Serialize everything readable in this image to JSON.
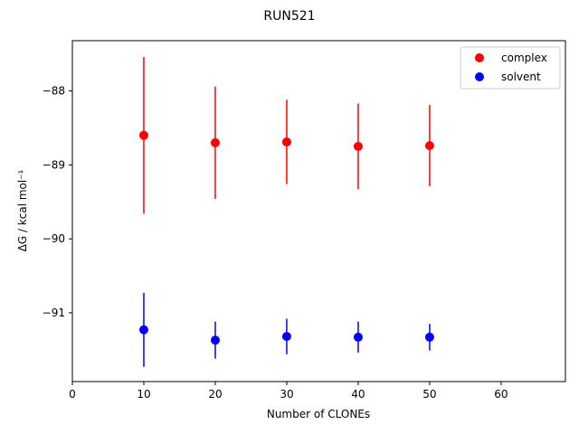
{
  "chart_data": {
    "type": "scatter",
    "title": "RUN521",
    "xlabel": "Number of CLONEs",
    "ylabel": "ΔG / kcal mol⁻¹",
    "xlim": [
      0,
      69
    ],
    "ylim": [
      -91.93,
      -87.32
    ],
    "xticks": [
      0,
      10,
      20,
      30,
      40,
      50,
      60
    ],
    "xtick_labels": [
      "0",
      "10",
      "20",
      "30",
      "40",
      "50",
      "60"
    ],
    "yticks": [
      -91,
      -90,
      -89,
      -88
    ],
    "ytick_labels": [
      "−91",
      "−90",
      "−89",
      "−88"
    ],
    "grid": false,
    "legend_position": "top-right",
    "series": [
      {
        "name": "complex",
        "color": "#ff0000",
        "x": [
          10,
          20,
          30,
          40,
          50
        ],
        "y": [
          -88.6,
          -88.7,
          -88.69,
          -88.75,
          -88.74
        ],
        "err": [
          1.06,
          0.76,
          0.57,
          0.58,
          0.55
        ]
      },
      {
        "name": "solvent",
        "color": "#0000ff",
        "x": [
          10,
          20,
          30,
          40,
          50
        ],
        "y": [
          -91.23,
          -91.37,
          -91.32,
          -91.33,
          -91.33
        ],
        "err": [
          0.5,
          0.25,
          0.24,
          0.21,
          0.18
        ]
      }
    ]
  }
}
